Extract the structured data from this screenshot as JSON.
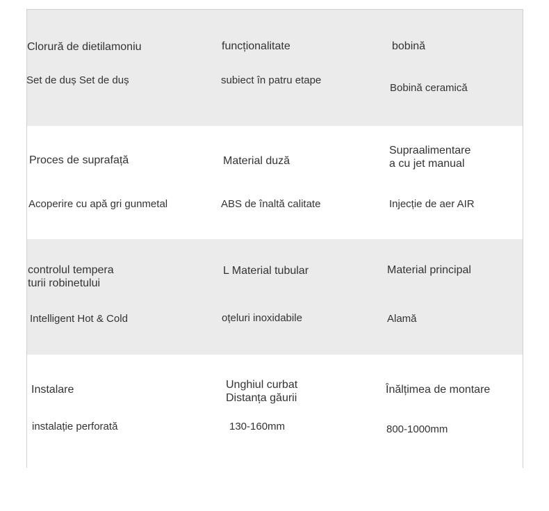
{
  "rows": [
    {
      "labels": [
        "Clorură de dietilamoniu",
        "funcționalitate",
        "bobină"
      ],
      "values": [
        "Set de duș Set de duș",
        "subiect în patru etape",
        "Bobină ceramică"
      ]
    },
    {
      "labels": [
        "Proces de suprafață",
        "Material duză",
        "Supraalimentare\na cu jet manual"
      ],
      "values": [
        "Acoperire cu apă gri gunmetal",
        "ABS de înaltă calitate",
        "Injecție de aer AIR"
      ]
    },
    {
      "labels": [
        "controlul tempera\nturii robinetului",
        "L Material tubular",
        "Material principal"
      ],
      "values": [
        "Intelligent Hot & Cold",
        "oțeluri inoxidabile",
        "Alamă"
      ]
    },
    {
      "labels": [
        "Instalare",
        "Unghiul curbat\nDistanța găurii",
        "Înălțimea de montare"
      ],
      "values": [
        "instalație perforată",
        "130-160mm",
        "800-1000mm"
      ]
    }
  ]
}
